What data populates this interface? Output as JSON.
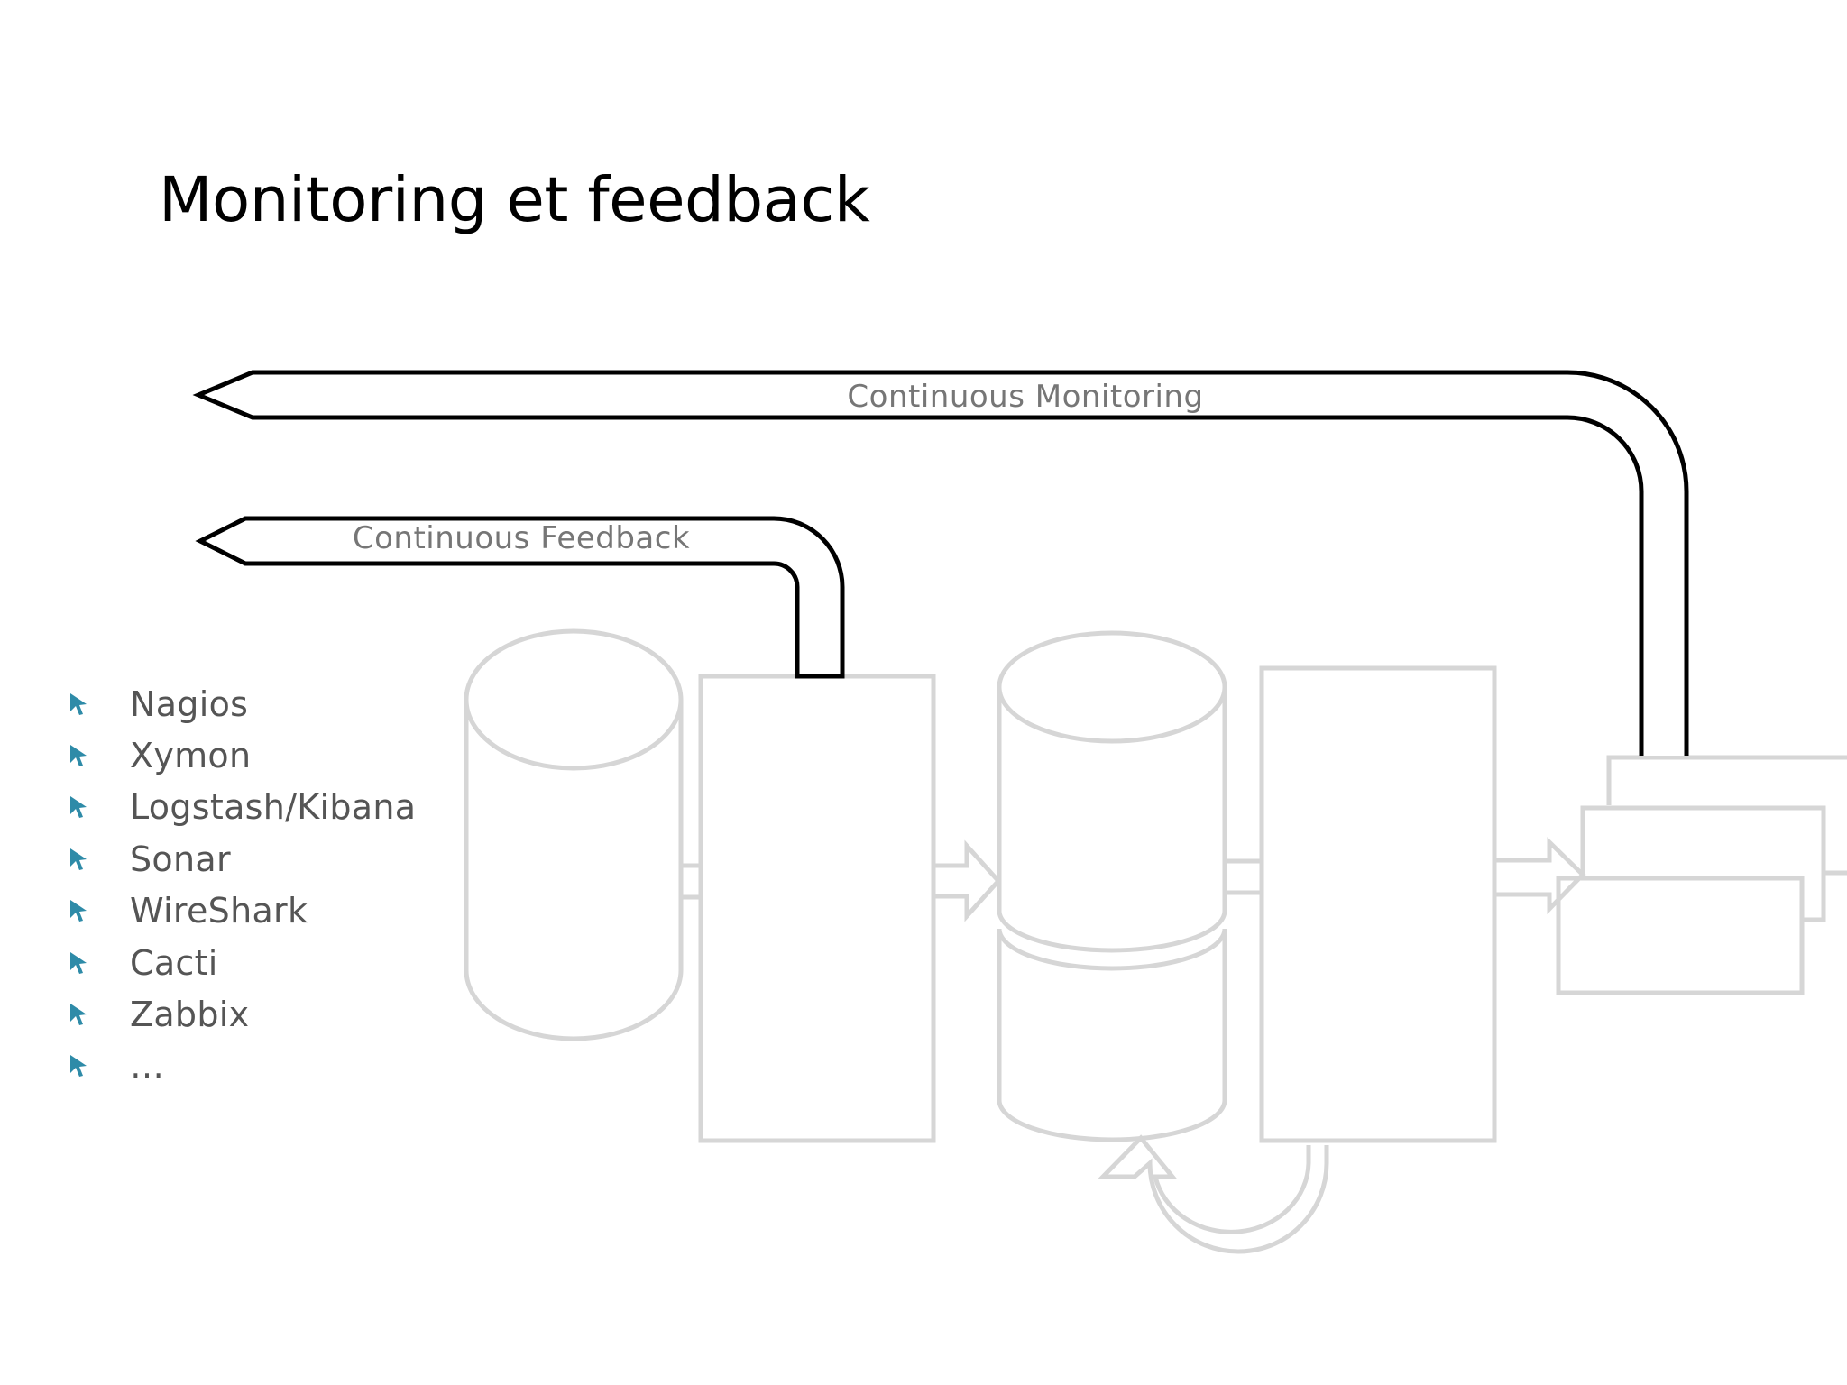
{
  "slide": {
    "title": "Monitoring et feedback"
  },
  "diagram": {
    "monitoring_arrow_label": "Continuous Monitoring",
    "feedback_arrow_label": "Continuous Feedback",
    "stroke_colors": {
      "highlight": "#000000",
      "faded": "#d6d6d6",
      "label": "#767676"
    }
  },
  "tools": {
    "bullet_color": "#2e8ba8",
    "bullet_icon": "arrow-bullet-icon",
    "items": [
      "Nagios",
      "Xymon",
      "Logstash/Kibana",
      "Sonar",
      "WireShark",
      "Cacti",
      "Zabbix",
      "…"
    ]
  }
}
